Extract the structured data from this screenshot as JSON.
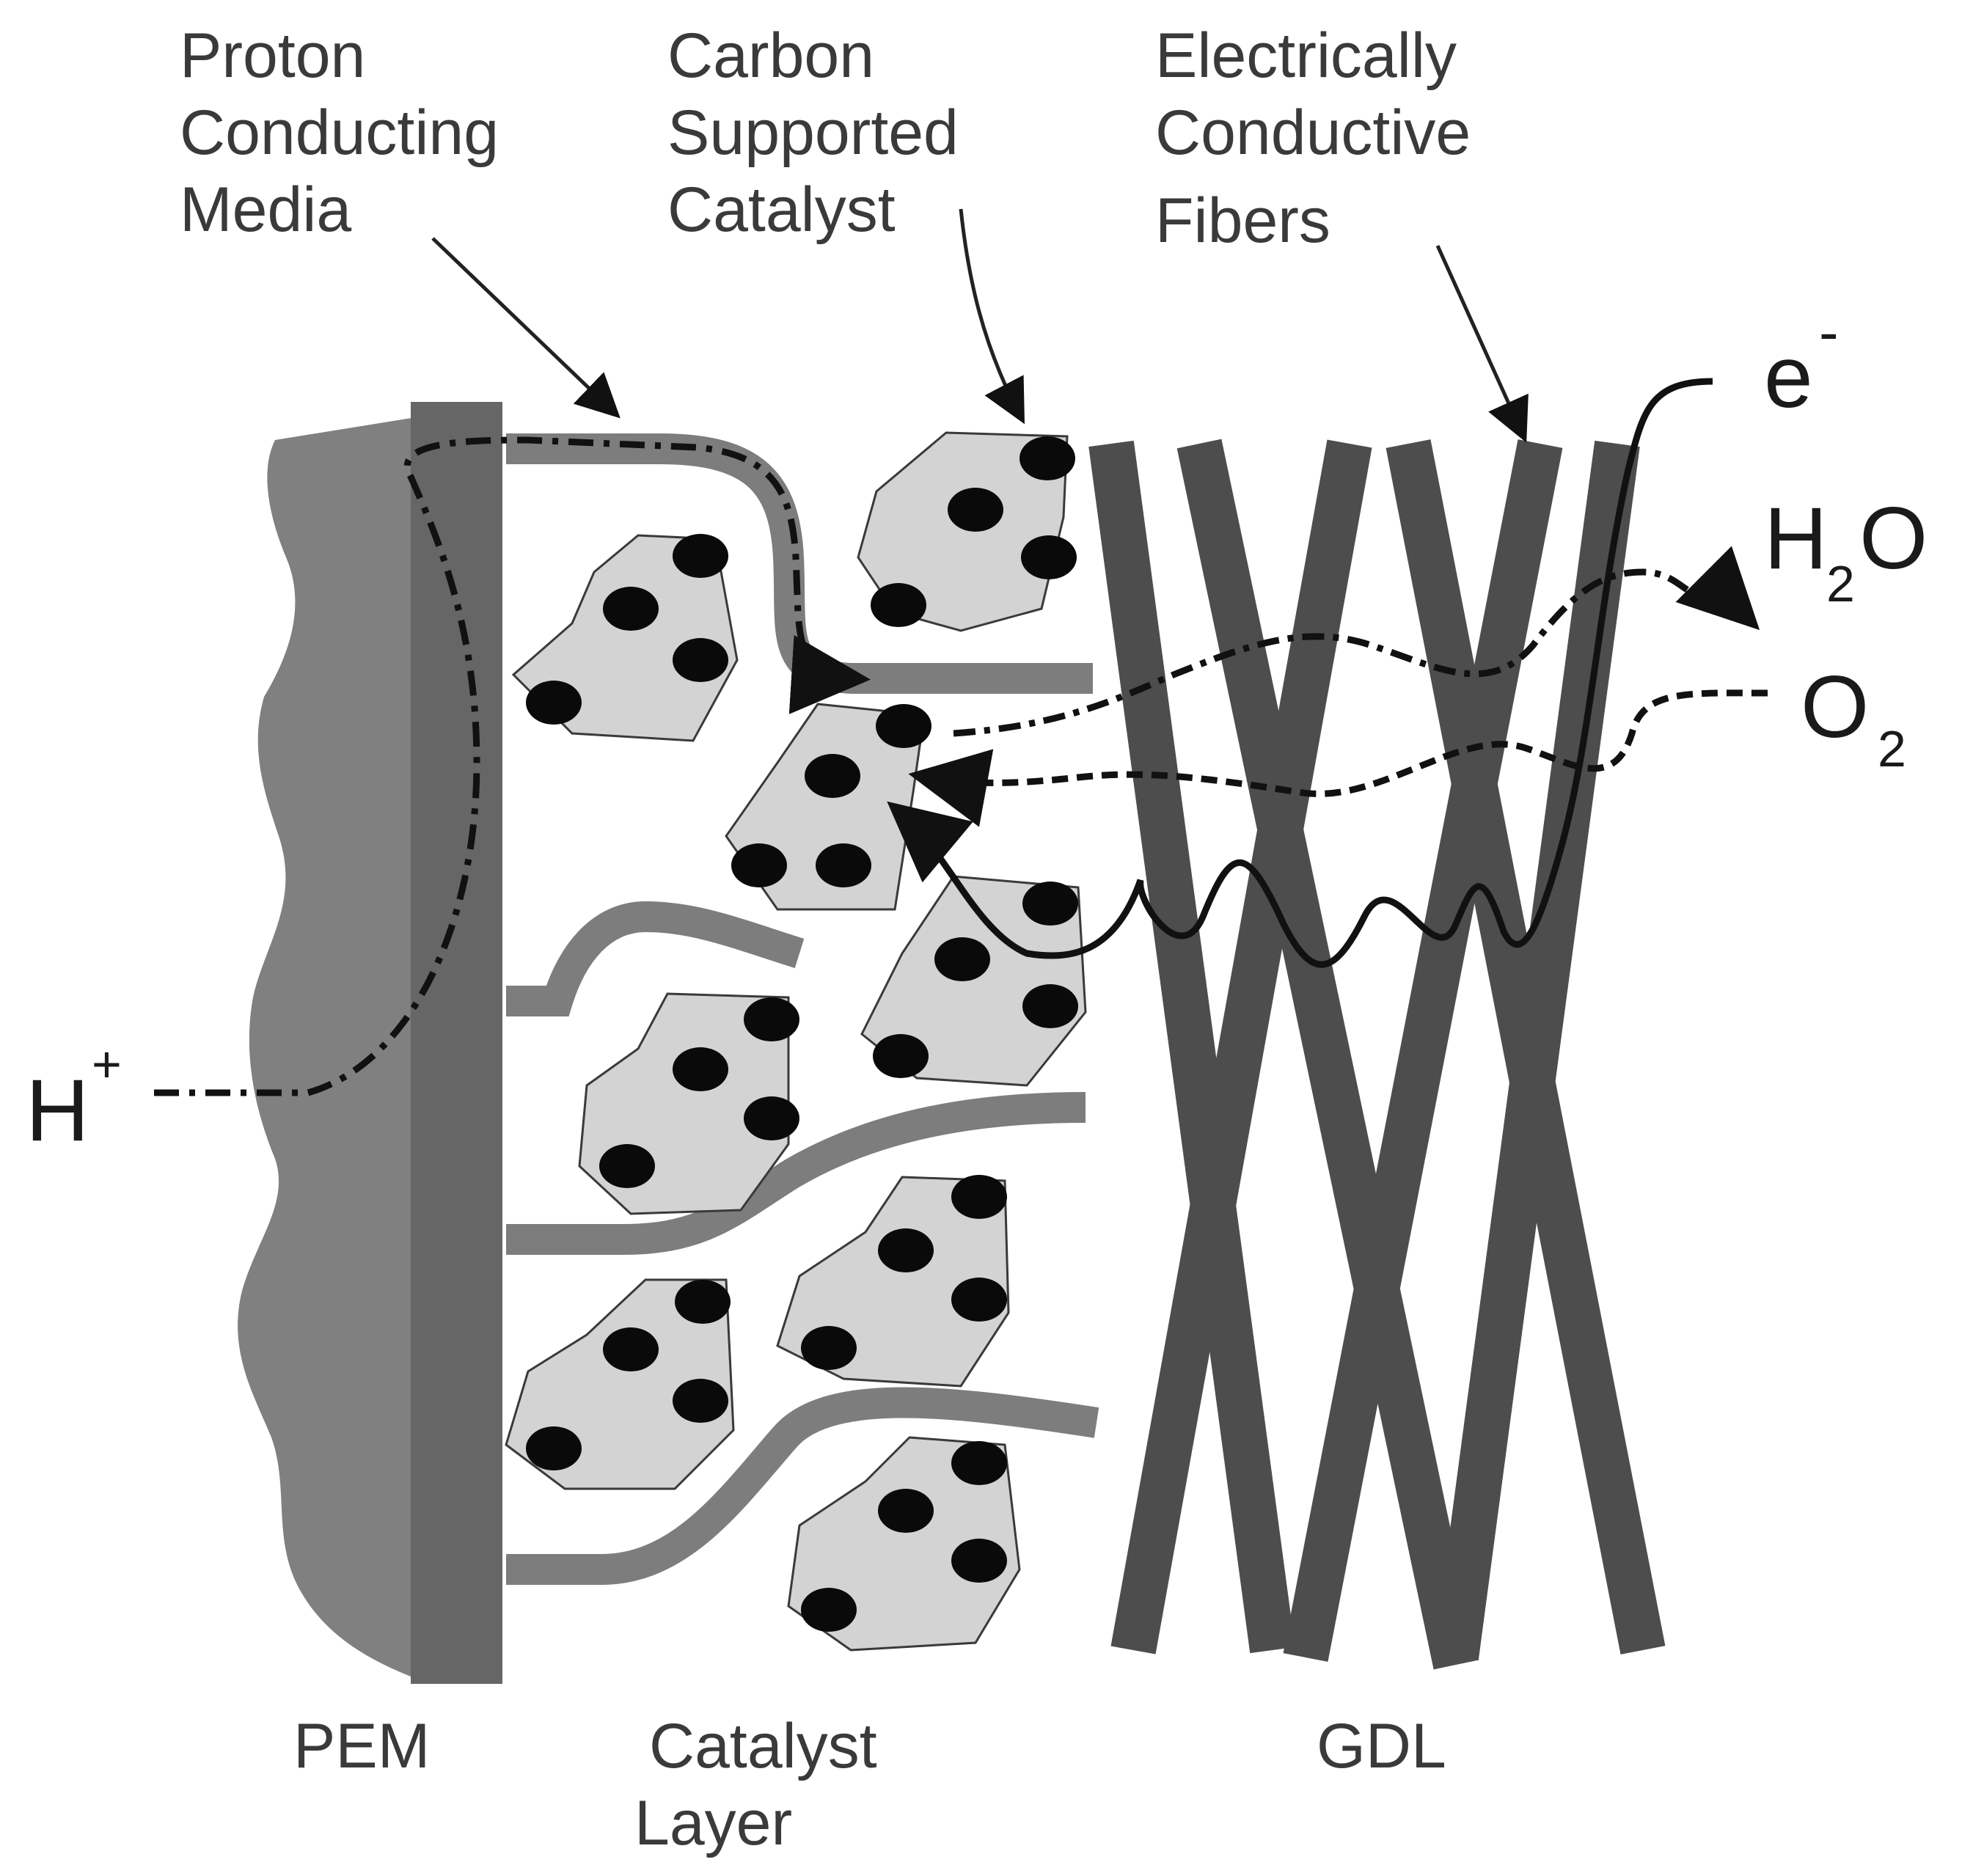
{
  "labels": {
    "proton_media": [
      "Proton",
      "Conducting",
      "Media"
    ],
    "carbon_catalyst": [
      "Carbon",
      "Supported",
      "Catalyst"
    ],
    "fibers": [
      "Electrically",
      "Conductive",
      "Fibers"
    ],
    "pem": "PEM",
    "catalyst_layer": [
      "Catalyst",
      "Layer"
    ],
    "gdl": "GDL",
    "electron": "e",
    "electron_sup": "-",
    "water_h": "H",
    "water_sub": "2",
    "water_o": "O",
    "oxygen": "O",
    "oxygen_sub": "2",
    "proton": "H",
    "proton_sup": "+"
  },
  "colors": {
    "pem": "#808080",
    "pem_edge": "#666666",
    "ionomer": "#7d7d7d",
    "particle_fill": "#d3d3d3",
    "particle_stroke": "#3a3a3a",
    "catalyst_dot": "#0a0a0a",
    "fiber": "#4d4d4d",
    "path": "#111111"
  }
}
